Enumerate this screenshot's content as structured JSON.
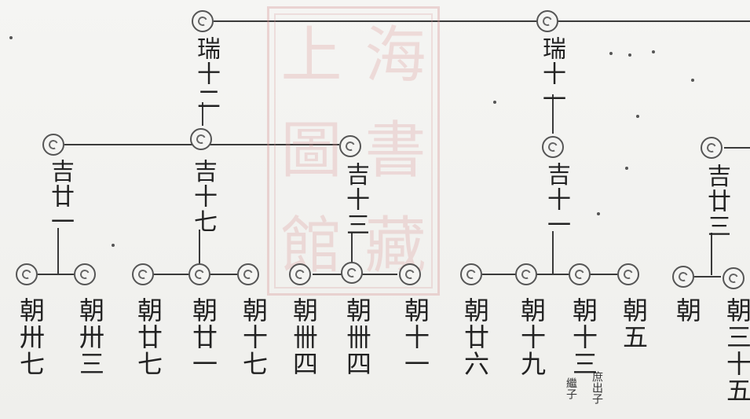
{
  "seal": {
    "glyphs": [
      "上",
      "海",
      "圖",
      "書",
      "館",
      "藏"
    ]
  },
  "tree": {
    "gen_rui": [
      {
        "name": "瑞十二"
      },
      {
        "name": "瑞十一"
      }
    ],
    "gen_ji": [
      {
        "name": "吉廿一"
      },
      {
        "name": "吉十七"
      },
      {
        "name": "吉十三"
      },
      {
        "name": "吉十一"
      },
      {
        "name": "吉廿三"
      }
    ],
    "gen_chao": [
      {
        "name": "朝卅七"
      },
      {
        "name": "朝卅三"
      },
      {
        "name": "朝廿七"
      },
      {
        "name": "朝廿一"
      },
      {
        "name": "朝十七"
      },
      {
        "name": "朝卌四"
      },
      {
        "name": "朝卌四"
      },
      {
        "name": "朝十一"
      },
      {
        "name": "朝廿六"
      },
      {
        "name": "朝十九"
      },
      {
        "name": "朝十三",
        "note_a": "繼子",
        "note_b": "庶出子"
      },
      {
        "name": "朝五"
      },
      {
        "name": "朝"
      },
      {
        "name": "朝三十五"
      }
    ]
  }
}
